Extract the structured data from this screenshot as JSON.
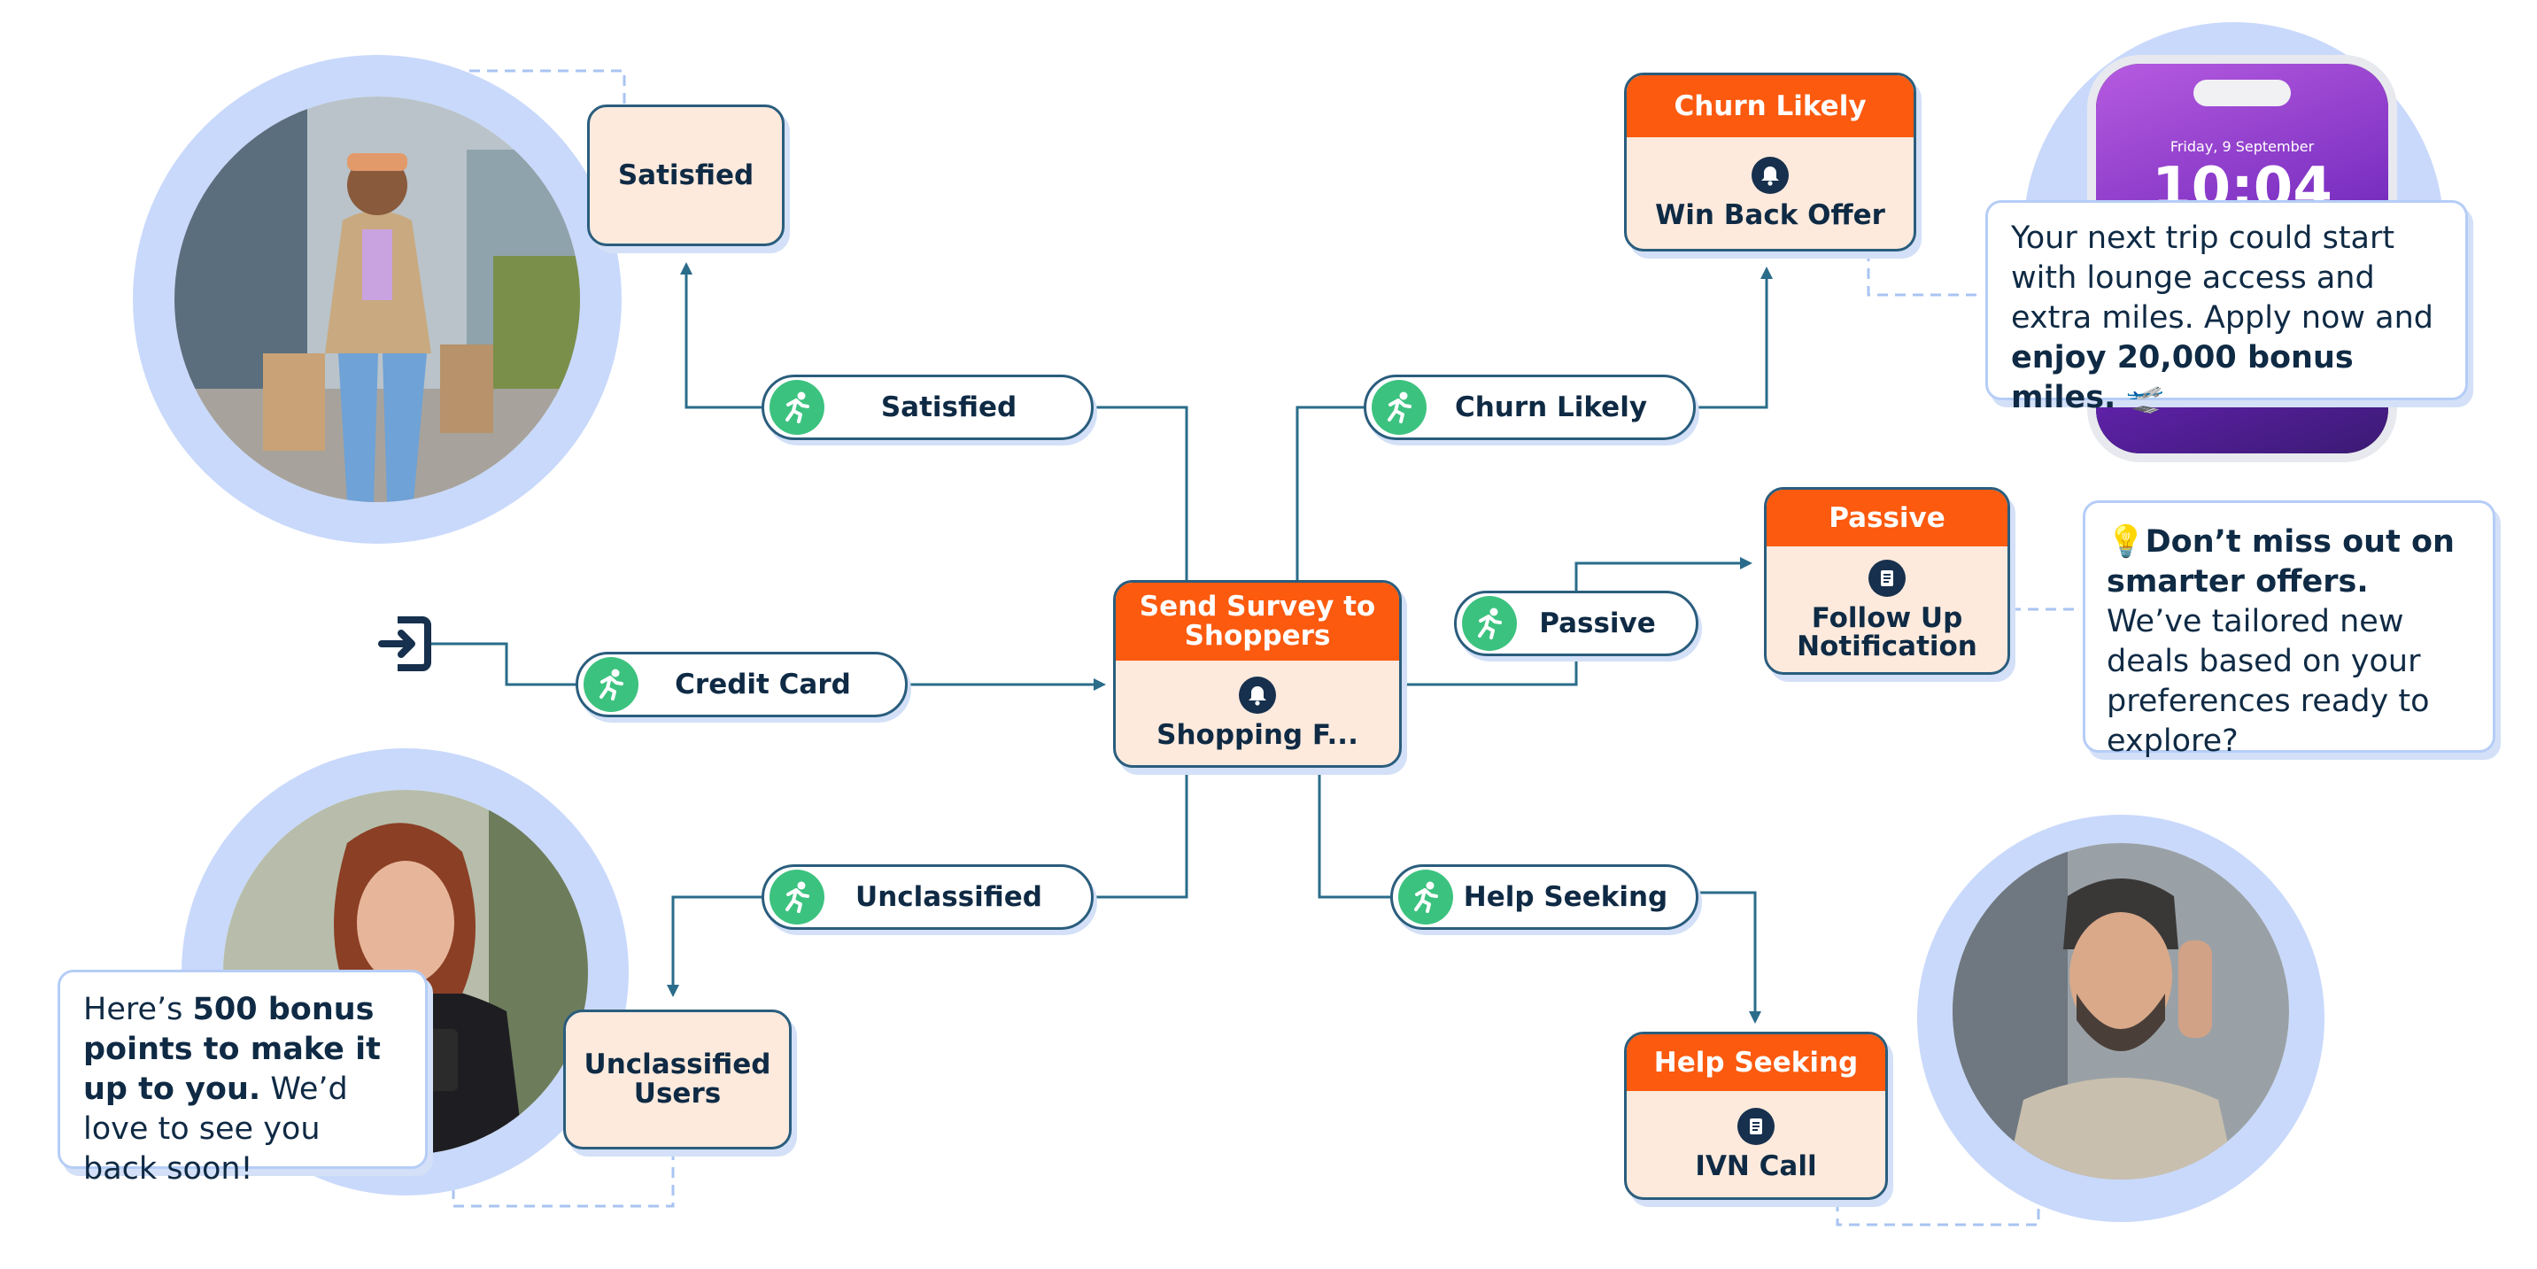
{
  "center": {
    "title": "Send Survey to Shoppers",
    "label": "Shopping F..."
  },
  "pills": {
    "satisfied": "Satisfied",
    "churn": "Churn Likely",
    "credit": "Credit Card",
    "passive": "Passive",
    "unclassified": "Unclassified",
    "help": "Help Seeking"
  },
  "boxes": {
    "satisfied": "Satisfied",
    "unclassified": "Unclassified Users"
  },
  "cards": {
    "churn": {
      "title": "Churn Likely",
      "label": "Win Back Offer"
    },
    "passive": {
      "title": "Passive",
      "label": "Follow Up Notification"
    },
    "help": {
      "title": "Help Seeking",
      "label": "IVN Call"
    }
  },
  "phone": {
    "date": "Friday, 9 September",
    "time": "10:04"
  },
  "messages": {
    "churn": {
      "a": "Your next trip could start with lounge access and extra miles. Apply now and ",
      "b": "enjoy 20,000 bonus miles.",
      "c": " 🛫"
    },
    "passive": {
      "a": "💡",
      "b": "Don’t miss out on smarter offers.",
      "c": " We’ve tailored new deals based on your preferences ready to explore?"
    },
    "unclassified": {
      "a": "Here’s ",
      "b": "500 bonus points to make it up to you.",
      "c": " We’d love to see you back soon!"
    }
  },
  "colors": {
    "accent": "#fb5a0f",
    "box_fill": "#fdeadd",
    "border": "#2a5d7d",
    "success": "#3cc27f",
    "ring": "#c9d9fb"
  }
}
